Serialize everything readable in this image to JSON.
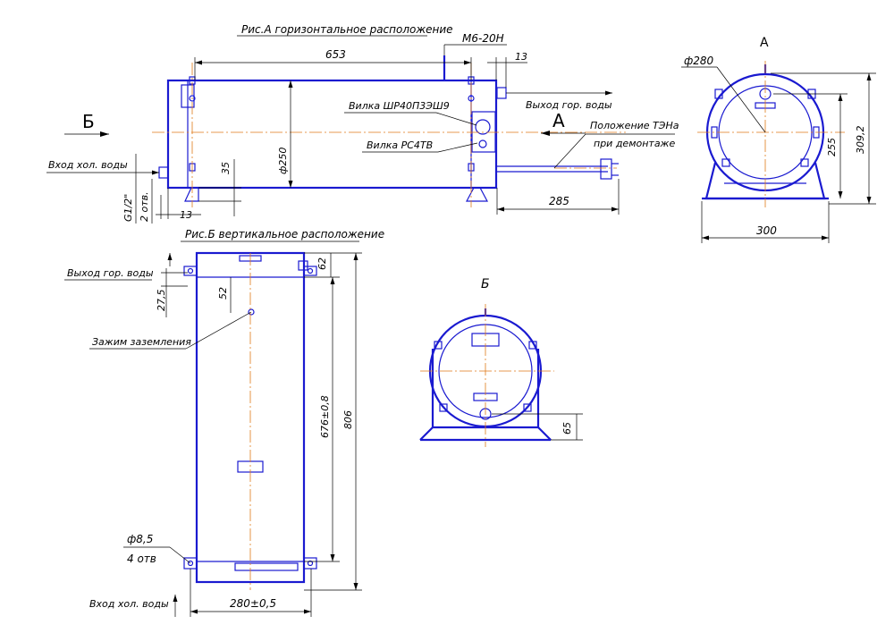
{
  "views": {
    "fig_a_title": "Рис.А горизонтальное расположение",
    "fig_b_title": "Рис.Б вертикальное расположение",
    "view_a_letter": "А",
    "view_b_letter": "Б",
    "section_arrow_b": "Б",
    "section_arrow_a": "А"
  },
  "labels": {
    "bolt": "М6-20Н",
    "outlet_hot_h": "Выход гор. воды",
    "inlet_cold_h": "Вход хол. воды",
    "plug_1": "Вилка ШР40П3ЭШ9",
    "plug_2": "Вилка РС4ТВ",
    "ten_position_1": "Положение ТЭНа",
    "ten_position_2": "при демонтаже",
    "outlet_hot_v": "Выход гор. воды",
    "ground_clamp": "Зажим заземления",
    "holes_dia": "ф8,5",
    "holes_count": "4 отв",
    "inlet_cold_v": "Вход хол. воды",
    "thread": "G1/2\"",
    "thread_count": "2 отв."
  },
  "dimensions": {
    "length_653": "653",
    "offset_13_top": "13",
    "offset_13_bottom": "13",
    "dia_250": "ф250",
    "height_35": "35",
    "removal_285": "285",
    "dia_280": "ф280",
    "h_255": "255",
    "h_309": "309,2",
    "w_300": "300",
    "v_62": "62",
    "v_52": "52",
    "v_27_5": "27,5",
    "v_676": "676±0,8",
    "v_806": "806",
    "w_280": "280±0,5",
    "v_65": "65"
  },
  "colors": {
    "part": "#1a1ad0",
    "axis": "#e07a1a",
    "dimension": "#000000"
  }
}
